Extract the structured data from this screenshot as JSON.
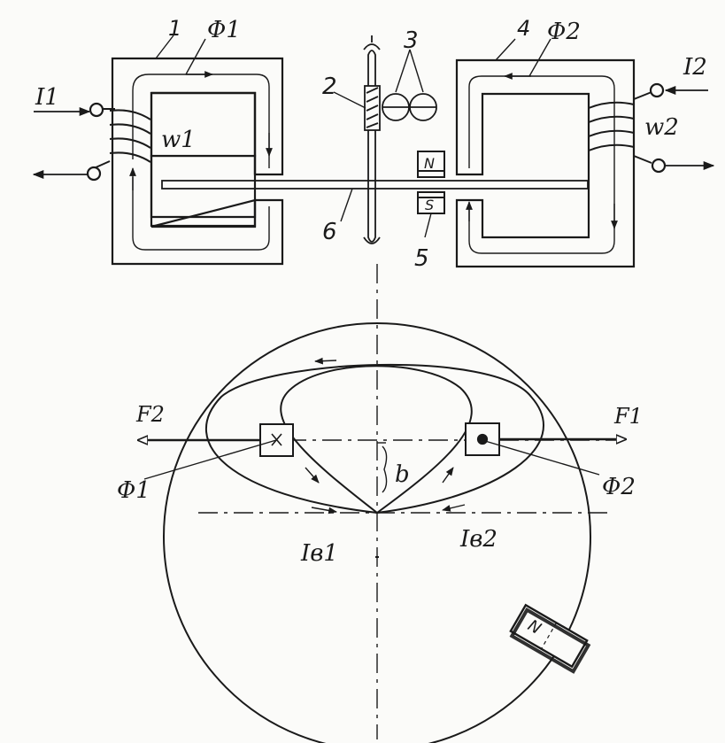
{
  "labels": {
    "part_1": "1",
    "part_2": "2",
    "part_3": "3",
    "part_4": "4",
    "part_5": "5",
    "part_6": "6",
    "flux_1": "Φ1",
    "flux_2": "Φ2",
    "current_1": "I1",
    "current_2": "I2",
    "winding_1": "w1",
    "winding_2": "w2",
    "force_1": "F1",
    "force_2": "F2",
    "eddy_1": "Iв1",
    "eddy_2": "Iв2",
    "distance_b": "b",
    "magnet_n": "N",
    "magnet_s": "S",
    "disk_magnet_n": "N"
  },
  "colors": {
    "ink": "#1a1a1a",
    "paper": "#fbfbf9"
  }
}
